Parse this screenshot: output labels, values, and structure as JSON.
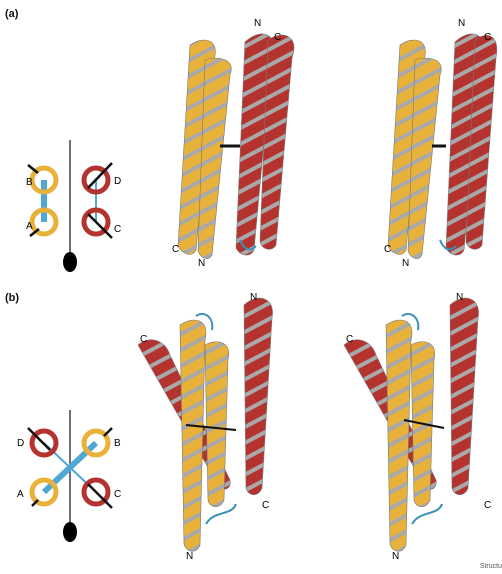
{
  "panels": [
    {
      "label": "(a)",
      "schematic": {
        "labels": [
          "B",
          "D",
          "A",
          "C"
        ]
      },
      "stereo": [
        {
          "terminals": [
            "N",
            "C",
            "C",
            "N"
          ]
        },
        {
          "terminals": [
            "N",
            "C",
            "C",
            "N"
          ]
        }
      ]
    },
    {
      "label": "(b)",
      "schematic": {
        "labels": [
          "D",
          "B",
          "A",
          "C"
        ]
      },
      "stereo": [
        {
          "terminals": [
            "N",
            "C",
            "N",
            "C"
          ]
        },
        {
          "terminals": [
            "N",
            "C",
            "N",
            "C"
          ]
        }
      ]
    }
  ],
  "credit": "Structu",
  "colors": {
    "gold": "#e8b23a",
    "red": "#b5332e",
    "grey": "#a9a9a9",
    "blue": "#4fa7d6"
  }
}
